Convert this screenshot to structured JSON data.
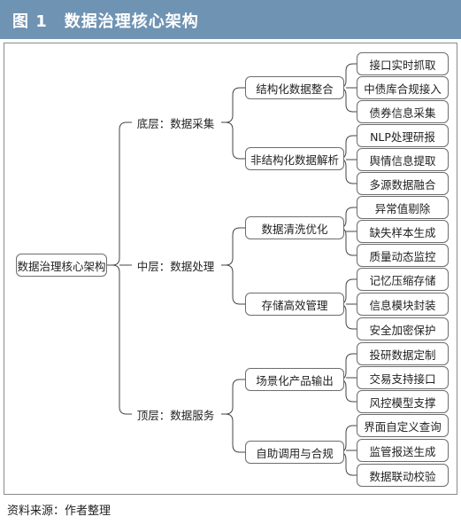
{
  "header": {
    "title": "图 1　数据治理核心架构",
    "color": "#6f93b3"
  },
  "diagram": {
    "root": "数据治理核心架构",
    "layers": [
      {
        "label": "底层：数据采集",
        "groups": [
          {
            "label": "结构化数据整合",
            "leaves": [
              "接口实时抓取",
              "中债库合规接入",
              "债券信息采集"
            ]
          },
          {
            "label": "非结构化数据解析",
            "leaves": [
              "NLP处理研报",
              "舆情信息提取",
              "多源数据融合"
            ]
          }
        ]
      },
      {
        "label": "中层：数据处理",
        "groups": [
          {
            "label": "数据清洗优化",
            "leaves": [
              "异常值剔除",
              "缺失样本生成",
              "质量动态监控"
            ]
          },
          {
            "label": "存储高效管理",
            "leaves": [
              "记忆压缩存储",
              "信息模块封装",
              "安全加密保护"
            ]
          }
        ]
      },
      {
        "label": "顶层：数据服务",
        "groups": [
          {
            "label": "场景化产品输出",
            "leaves": [
              "投研数据定制",
              "交易支持接口",
              "风控模型支撑"
            ]
          },
          {
            "label": "自助调用与合规",
            "leaves": [
              "界面自定义查询",
              "监管报送生成",
              "数据联动校验"
            ]
          }
        ]
      }
    ]
  },
  "footer": {
    "source": "资料来源：作者整理"
  }
}
